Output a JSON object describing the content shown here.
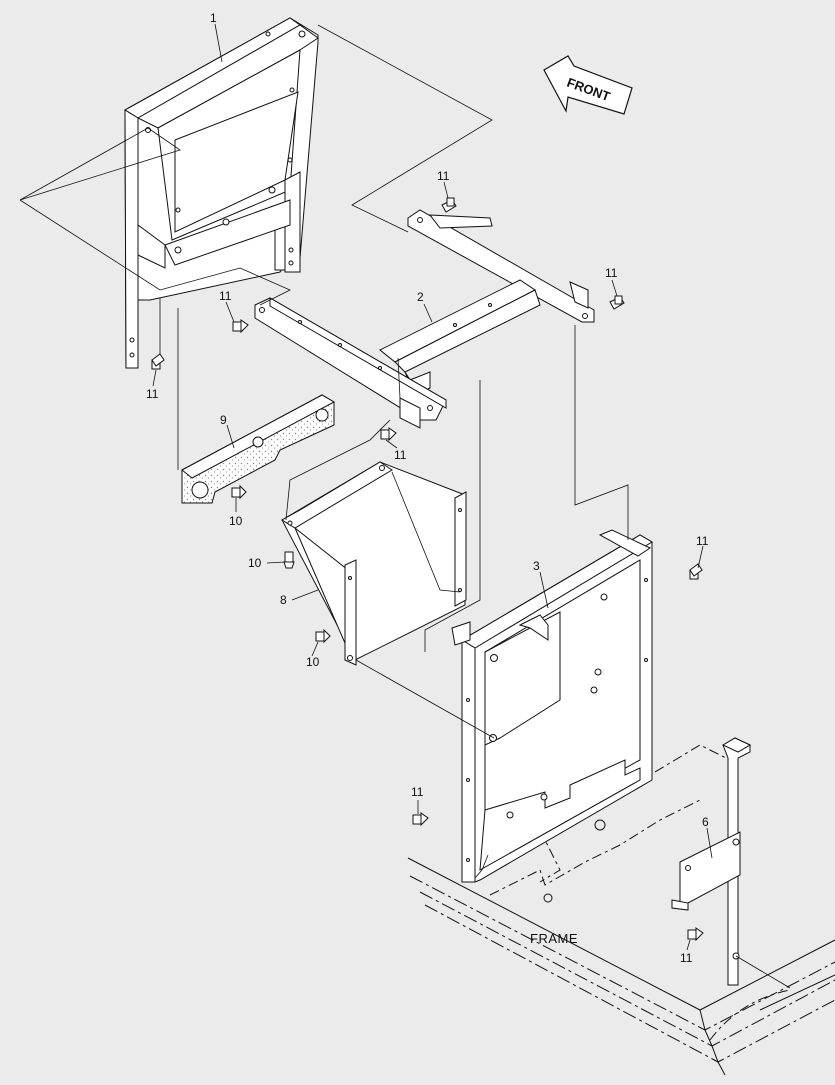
{
  "colors": {
    "background": "#ebebeb",
    "line": "#111111",
    "fill": "#ffffff",
    "hatch": "#bdbdbd"
  },
  "callouts": [
    {
      "id": "part-1",
      "text": "1"
    },
    {
      "id": "part-2",
      "text": "2"
    },
    {
      "id": "part-3",
      "text": "3"
    },
    {
      "id": "part-6",
      "text": "6"
    },
    {
      "id": "part-8",
      "text": "8"
    },
    {
      "id": "part-9",
      "text": "9"
    },
    {
      "id": "bolt-10-a",
      "text": "10"
    },
    {
      "id": "bolt-10-b",
      "text": "10"
    },
    {
      "id": "bolt-10-c",
      "text": "10"
    },
    {
      "id": "bolt-11-a",
      "text": "11"
    },
    {
      "id": "bolt-11-b",
      "text": "11"
    },
    {
      "id": "bolt-11-c",
      "text": "11"
    },
    {
      "id": "bolt-11-d",
      "text": "11"
    },
    {
      "id": "bolt-11-e",
      "text": "11"
    },
    {
      "id": "bolt-11-f",
      "text": "11"
    },
    {
      "id": "bolt-11-g",
      "text": "11"
    },
    {
      "id": "bolt-11-h",
      "text": "11"
    }
  ],
  "labels": {
    "frame": "FRAME",
    "front": "FRONT"
  }
}
